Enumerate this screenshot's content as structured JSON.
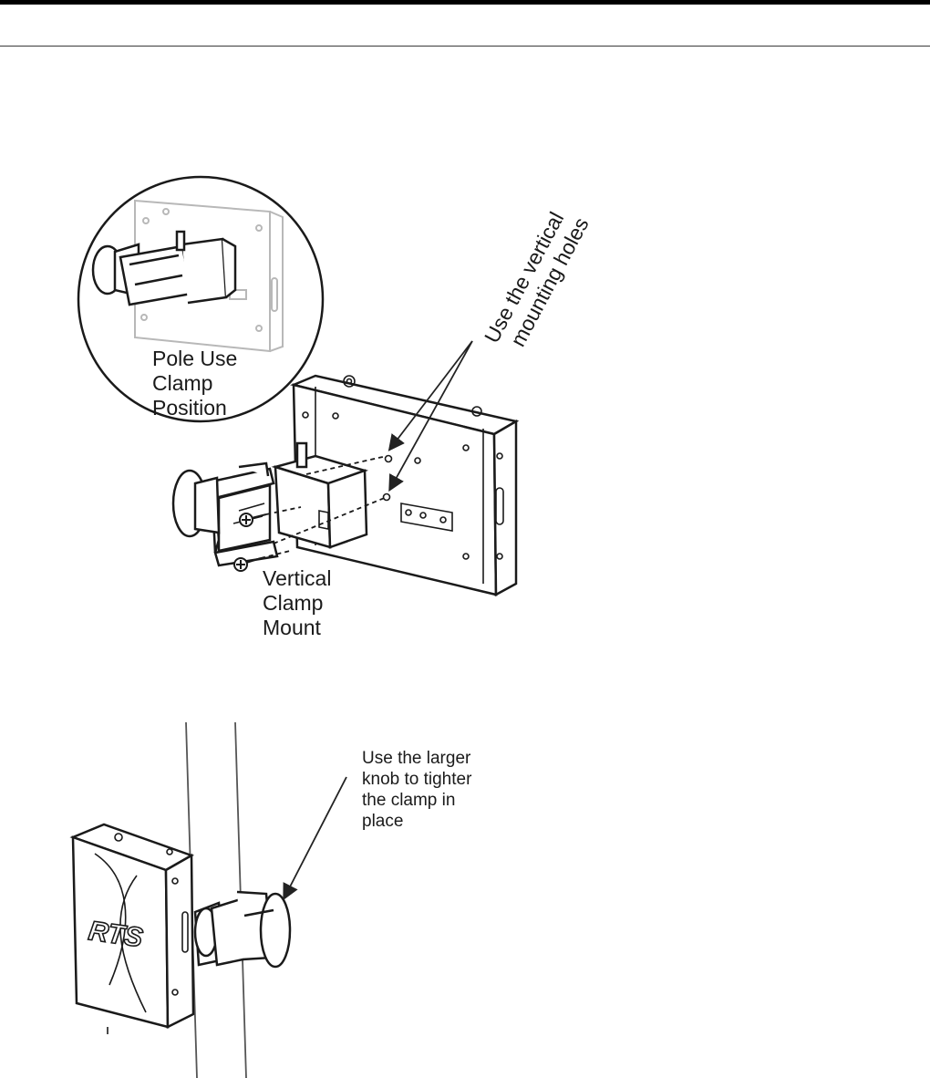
{
  "labels": {
    "pole_use": [
      "Pole Use",
      "Clamp",
      "Position"
    ],
    "vertical_mount": [
      "Vertical",
      "Clamp",
      "Mount"
    ],
    "mounting_holes": [
      "Use the vertical",
      "mounting holes"
    ],
    "larger_knob": [
      "Use the larger",
      "knob to tighter",
      "the clamp in",
      "place"
    ],
    "logo_text": "RTS"
  },
  "icons": [
    "inset-circle-icon",
    "wall-plate-icon",
    "clamp-bracket-icon",
    "clamp-knob-icon",
    "screw-icon",
    "pole-icon",
    "rts-box-icon",
    "leader-arrow-icon"
  ]
}
